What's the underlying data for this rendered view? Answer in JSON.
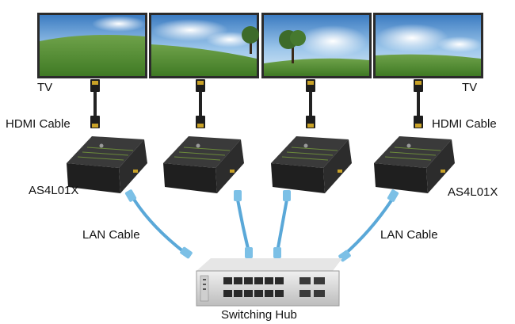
{
  "labels": {
    "tv_left": "TV",
    "tv_right": "TV",
    "hdmi_left": "HDMI Cable",
    "hdmi_right": "HDMI Cable",
    "device_left": "AS4L01X",
    "device_right": "AS4L01X",
    "lan_left": "LAN Cable",
    "lan_right": "LAN Cable",
    "hub": "Switching Hub"
  },
  "icons": {
    "tv": "tv-screen-icon",
    "hdmi": "hdmi-cable-icon",
    "receiver": "hdmi-receiver-icon",
    "lan": "lan-cable-icon",
    "hub": "switching-hub-icon"
  },
  "colors": {
    "lan_cable": "#5aa8d8",
    "tv_frame": "#2b2b2b",
    "device_body": "#2a2a2a",
    "hub_body": "#d9d9d9"
  },
  "counts": {
    "tvs": 4,
    "receivers": 4,
    "hub_ports": 12,
    "hub_sfp_ports": 4
  }
}
